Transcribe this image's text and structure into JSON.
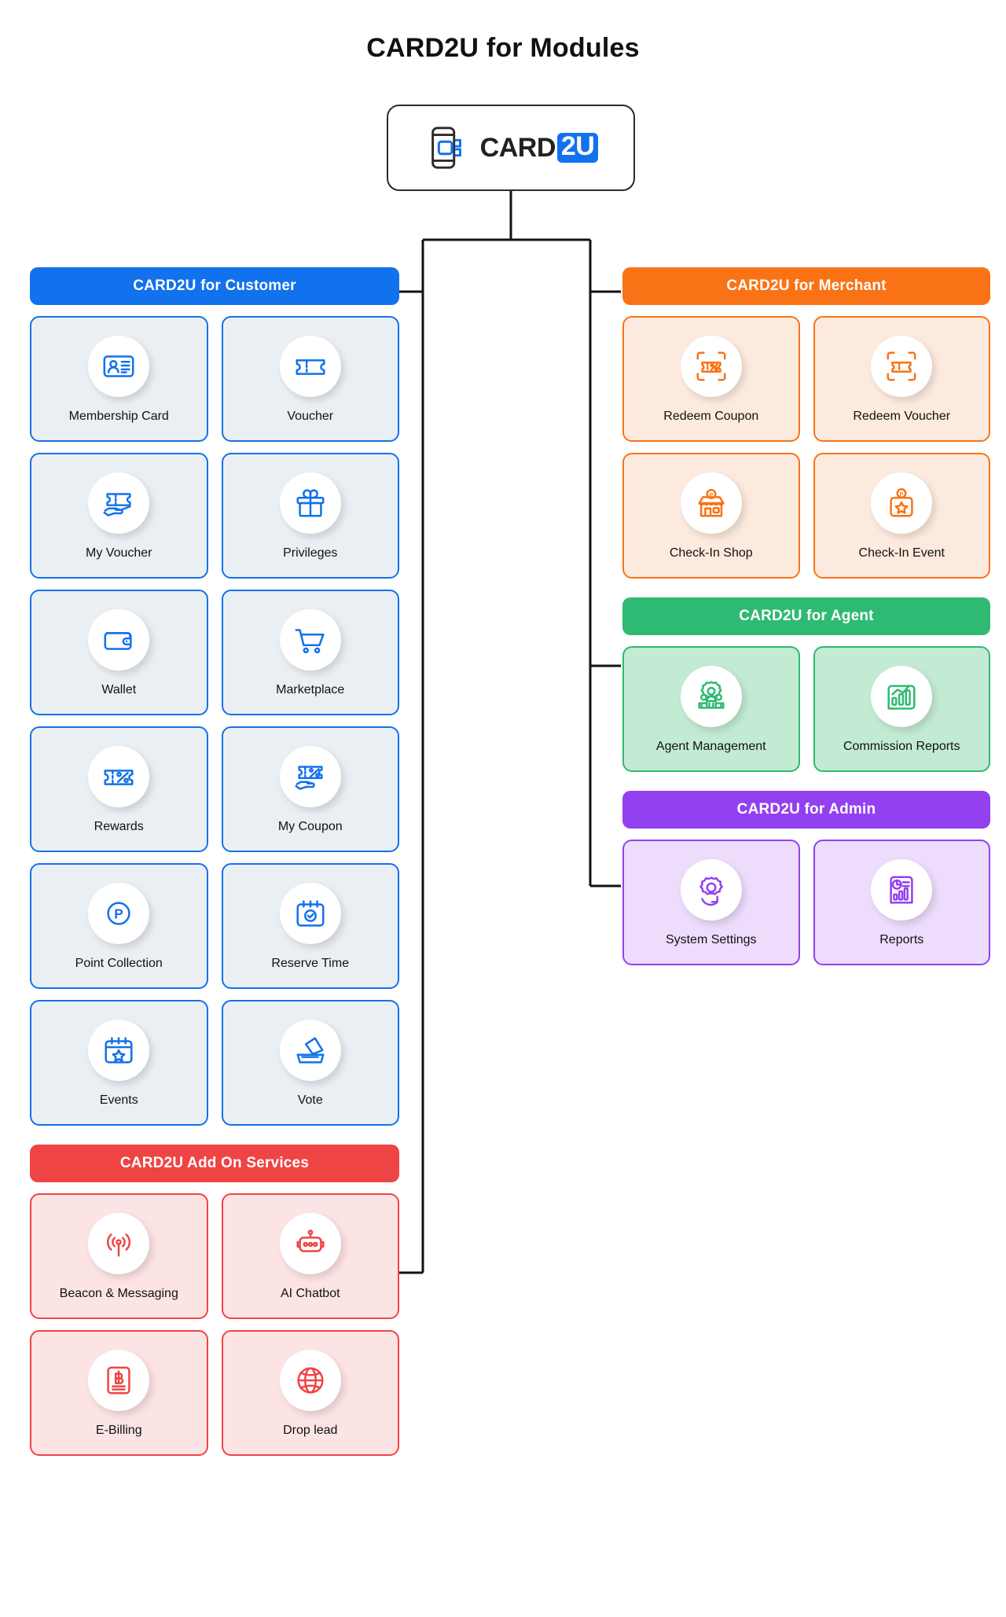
{
  "title": "CARD2U for Modules",
  "root": {
    "brand_prefix": "CARD",
    "brand_suffix": "2U",
    "logo_icon": "phone-card-logo-icon"
  },
  "colors": {
    "customer": "#1271ec",
    "addon": "#ef4444",
    "merchant": "#f97316",
    "agent": "#2eba72",
    "admin": "#9340f0",
    "brand_blue": "#1271ec"
  },
  "sections": {
    "customer": {
      "header": "CARD2U for Customer",
      "cards": [
        {
          "label": "Membership Card",
          "icon": "id-card-icon"
        },
        {
          "label": "Voucher",
          "icon": "ticket-icon"
        },
        {
          "label": "My Voucher",
          "icon": "ticket-in-hand-icon"
        },
        {
          "label": "Privileges",
          "icon": "gift-icon"
        },
        {
          "label": "Wallet",
          "icon": "wallet-icon"
        },
        {
          "label": "Marketplace",
          "icon": "shopping-cart-icon"
        },
        {
          "label": "Rewards",
          "icon": "discount-ticket-icon"
        },
        {
          "label": "My Coupon",
          "icon": "coupon-in-hand-icon"
        },
        {
          "label": "Point Collection",
          "icon": "point-circle-icon"
        },
        {
          "label": "Reserve Time",
          "icon": "calendar-check-icon"
        },
        {
          "label": "Events",
          "icon": "calendar-star-icon"
        },
        {
          "label": "Vote",
          "icon": "ballot-box-icon"
        }
      ]
    },
    "addon": {
      "header": "CARD2U Add On Services",
      "cards": [
        {
          "label": "Beacon & Messaging",
          "icon": "beacon-signal-icon"
        },
        {
          "label": "AI Chatbot",
          "icon": "robot-icon"
        },
        {
          "label": "E-Billing",
          "icon": "invoice-baht-icon"
        },
        {
          "label": "Drop lead",
          "icon": "globe-icon"
        }
      ]
    },
    "merchant": {
      "header": "CARD2U for Merchant",
      "cards": [
        {
          "label": "Redeem Coupon",
          "icon": "scan-coupon-icon"
        },
        {
          "label": "Redeem Voucher",
          "icon": "scan-voucher-icon"
        },
        {
          "label": "Check-In Shop",
          "icon": "shop-point-icon"
        },
        {
          "label": "Check-In Event",
          "icon": "badge-star-point-icon"
        }
      ]
    },
    "agent": {
      "header": "CARD2U for Agent",
      "cards": [
        {
          "label": "Agent Management",
          "icon": "people-gear-icon"
        },
        {
          "label": "Commission Reports",
          "icon": "bar-chart-report-icon"
        }
      ]
    },
    "admin": {
      "header": "CARD2U for Admin",
      "cards": [
        {
          "label": "System Settings",
          "icon": "gear-settings-icon"
        },
        {
          "label": "Reports",
          "icon": "chart-document-icon"
        }
      ]
    }
  }
}
